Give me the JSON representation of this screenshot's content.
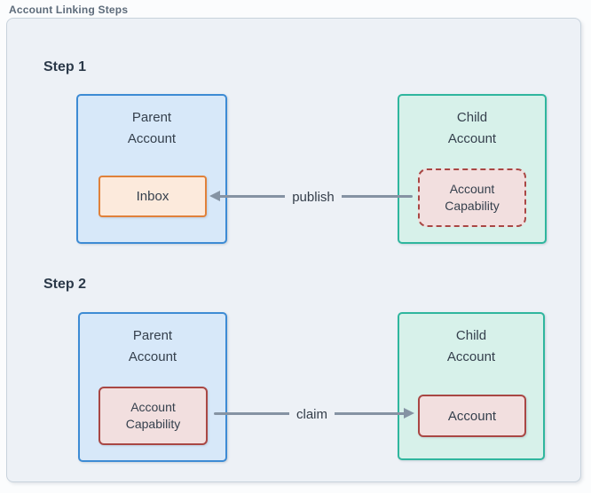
{
  "legend": "Account Linking Steps",
  "colors": {
    "container_bg": "#edf1f6",
    "parent_fill": "#d7e8f9",
    "parent_border": "#3d8bd4",
    "child_fill": "#d7f1ea",
    "child_border": "#2fb69e",
    "inbox_fill": "#fceadc",
    "inbox_border": "#e0813a",
    "capability_fill": "#f2dfdf",
    "capability_border": "#a94744",
    "arrow": "#8593a3"
  },
  "steps": [
    {
      "heading": "Step 1",
      "parent_title": "Parent\nAccount",
      "parent_item": "Inbox",
      "child_title": "Child\nAccount",
      "child_item": "Account\nCapability",
      "arrow_label": "publish"
    },
    {
      "heading": "Step 2",
      "parent_title": "Parent\nAccount",
      "parent_item": "Account\nCapability",
      "child_title": "Child\nAccount",
      "child_item": "Account",
      "arrow_label": "claim"
    }
  ]
}
